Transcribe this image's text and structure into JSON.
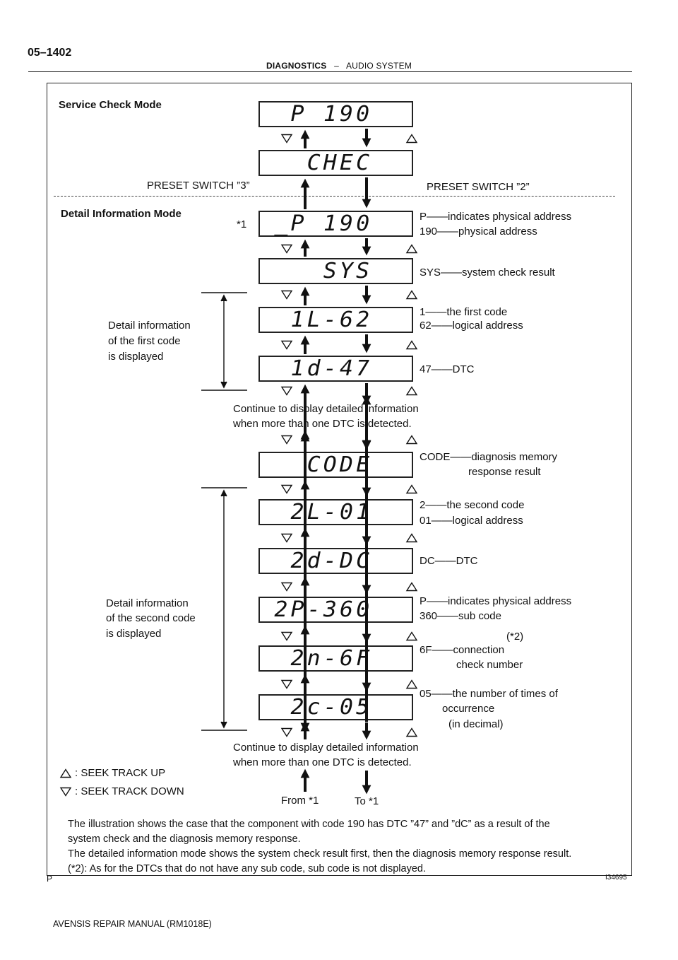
{
  "header": {
    "page_number": "05–1402",
    "section_bold": "DIAGNOSTICS",
    "section_sep": "–",
    "section_rest": "AUDIO SYSTEM"
  },
  "labels": {
    "service_mode": "Service Check Mode",
    "detail_mode": "Detail Information Mode",
    "preset3": "PRESET SWITCH ”3”",
    "preset2": "PRESET SWITCH ”2”",
    "star1": "*1",
    "group1": [
      "Detail information",
      "of the first code",
      "is displayed"
    ],
    "group2": [
      "Detail information",
      "of the second code",
      "is displayed"
    ],
    "continue1": [
      "Continue to display detailed information",
      "when more than one DTC is detected."
    ],
    "continue2": [
      "Continue to display detailed information",
      "when more than one DTC is detected."
    ],
    "from": "From *1",
    "to": "To *1",
    "legend_up": ": SEEK TRACK UP",
    "legend_down": ": SEEK TRACK DOWN"
  },
  "displays": [
    "P 190",
    "CHEC",
    "_P 190",
    "SYS",
    "1L-62",
    "1d-47",
    "CODE",
    "2L-01",
    "2d-DC",
    "2P-360",
    "2n-6F",
    "2c-05"
  ],
  "descriptions": {
    "p190": [
      "P——indicates physical address",
      "190——physical address"
    ],
    "sys": "SYS——system check result",
    "first": [
      "1——the first code",
      "62——logical address"
    ],
    "dtc47": "47——DTC",
    "code": [
      "CODE——diagnosis memory",
      "response result"
    ],
    "second": [
      "2——the second code",
      "01——logical address"
    ],
    "dc": "DC——DTC",
    "p360": [
      "P——indicates physical address",
      "360——sub code"
    ],
    "star2": "(*2)",
    "conn": [
      "6F——connection",
      "check number"
    ],
    "occ": [
      "05——the number of times of",
      "occurrence",
      "(in decimal)"
    ]
  },
  "note": [
    "The illustration shows the case that the component with code 190 has DTC ”47”  and ”dC” as a result of the",
    "system check and the diagnosis memory response.",
    "The detailed information mode shows the system check result first, then the diagnosis memory response result.",
    "(*2): As for the DTCs that do not have any sub code, sub code is not displayed."
  ],
  "p_label": "P",
  "image_id": "I34695",
  "footer": "AVENSIS REPAIR MANUAL   (RM1018E)"
}
